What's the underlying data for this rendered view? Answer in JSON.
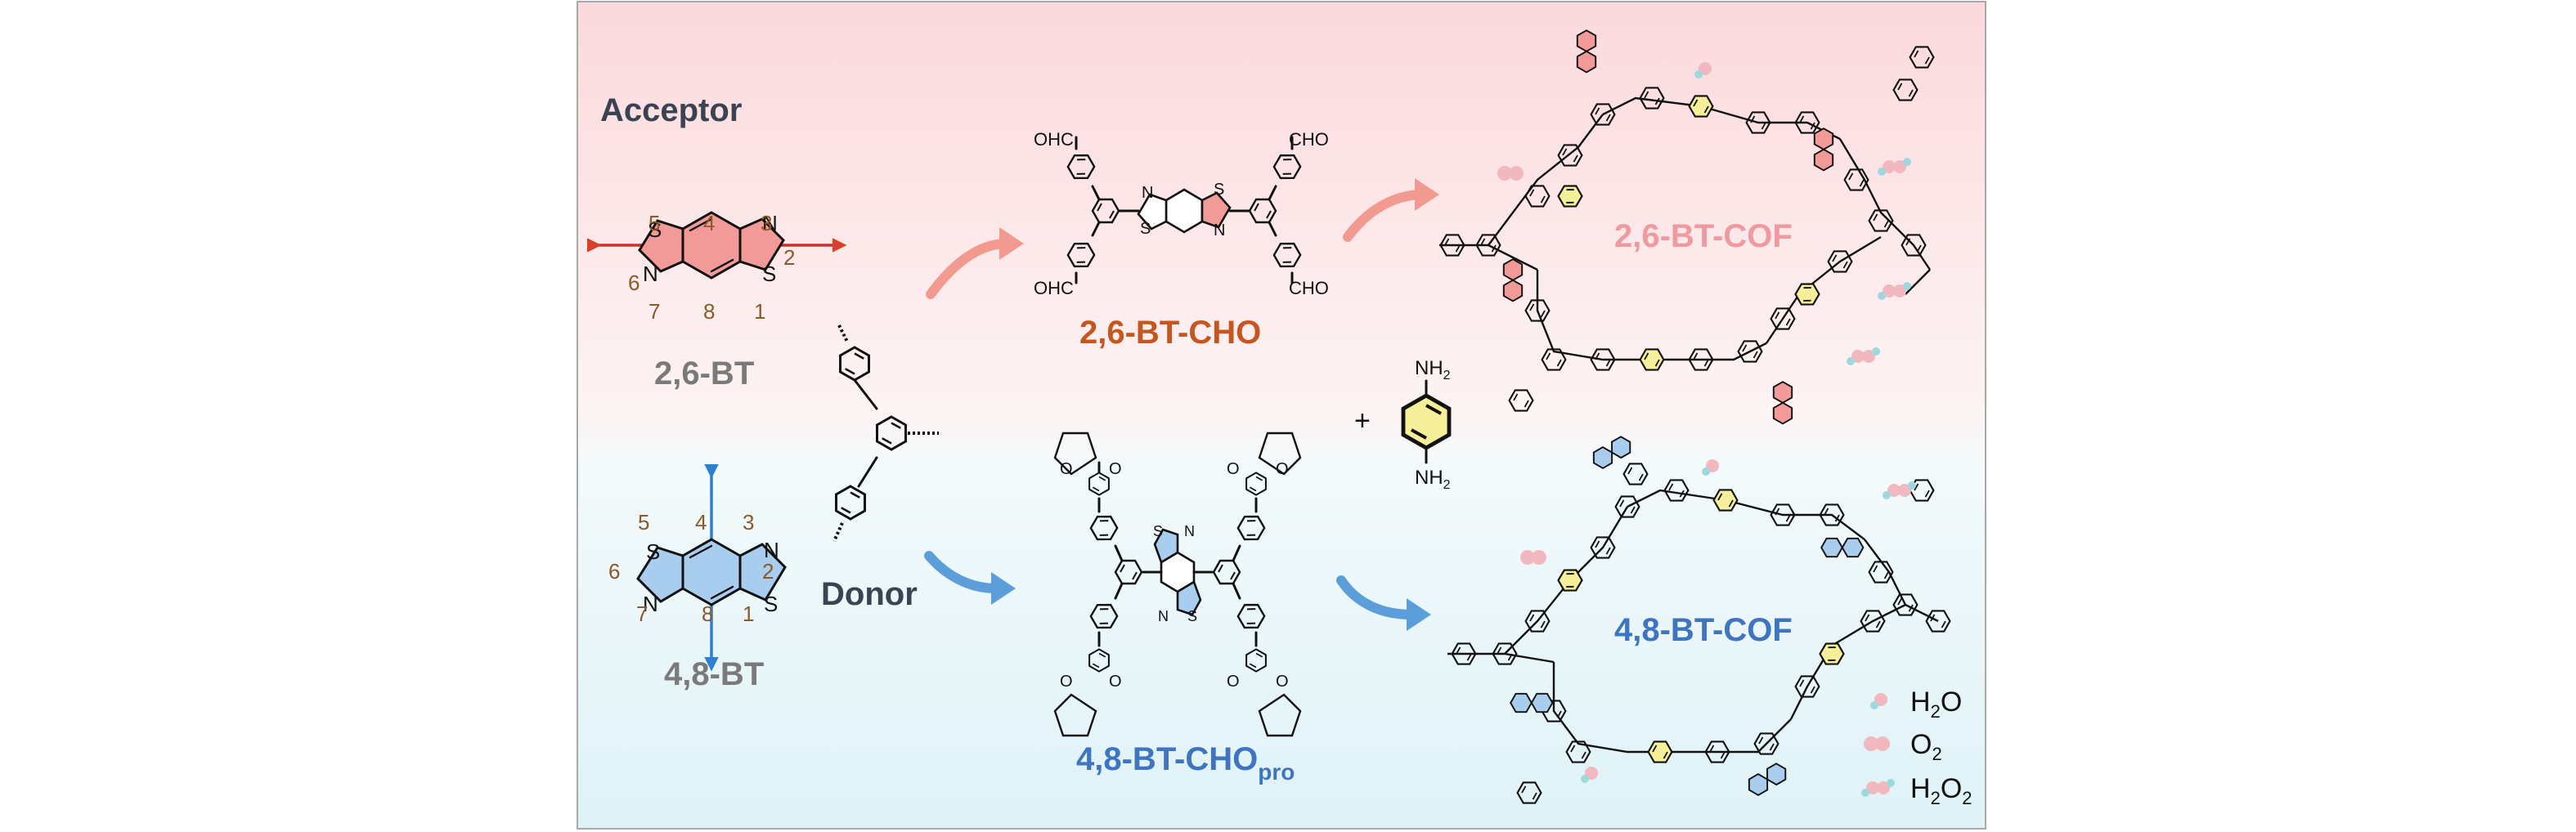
{
  "colors": {
    "panel_top": "#fce3e5",
    "panel_bottom": "#e4f4f8",
    "acceptor_ring": "#f29a98",
    "donor_ring": "#a9cdee",
    "linker_ring": "#f6ef9a",
    "acceptor_text": "#c5561f",
    "donor_text": "#3f74c0",
    "cof_acceptor_text": "#f09aa0",
    "gray_text": "#7a7a7a",
    "dark_text": "#3b4352",
    "number_text": "#8a5a2a",
    "red_arrow": "#e55a5a",
    "blue_arrow": "#4a8fd4"
  },
  "labels": {
    "acceptor": "Acceptor",
    "donor": "Donor",
    "bt26": "2,6-BT",
    "bt48": "4,8-BT",
    "bt26_cho": "2,6-BT-CHO",
    "bt48_cho_main": "4,8-BT-CHO",
    "bt48_cho_sub": "pro",
    "cof26": "2,6-BT-COF",
    "cof48": "4,8-BT-COF",
    "plus": "+"
  },
  "atoms": {
    "S": "S",
    "N": "N",
    "CHO": "CHO",
    "OHC": "OHC",
    "NH2": "NH",
    "NH2_sub": "2",
    "O": "O"
  },
  "positions_numbers": [
    "1",
    "2",
    "3",
    "4",
    "5",
    "6",
    "7",
    "8"
  ],
  "legend": [
    {
      "icon": "water-icon",
      "text": "H",
      "sub": "2",
      "tail": "O"
    },
    {
      "icon": "oxygen-icon",
      "text": "O",
      "sub": "2",
      "tail": ""
    },
    {
      "icon": "hydrogen-peroxide-icon",
      "text": "H",
      "sub": "2",
      "tail": "O",
      "sub2": "2"
    }
  ]
}
